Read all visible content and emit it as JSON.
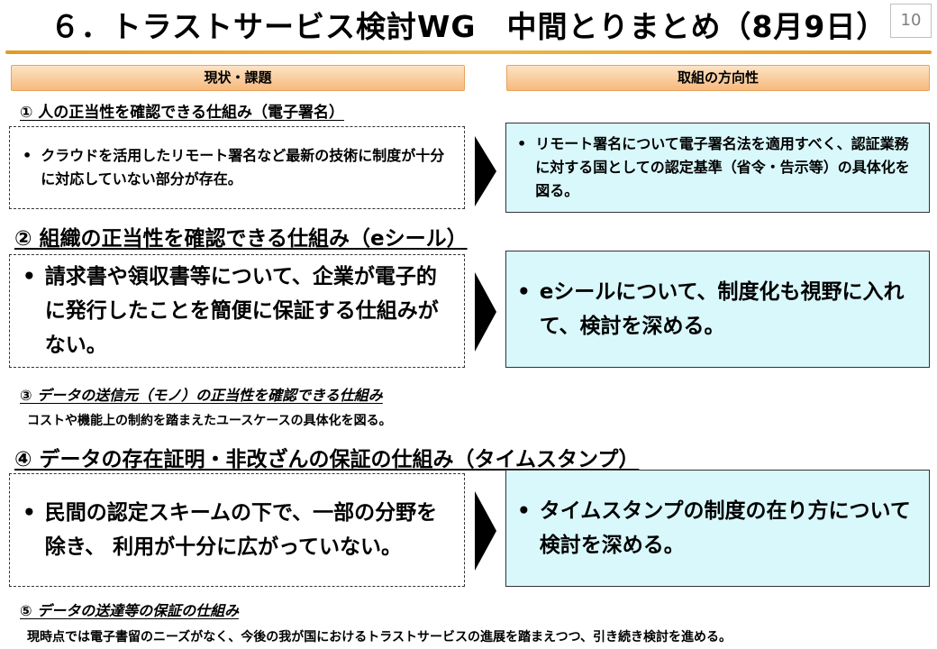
{
  "header": {
    "title": "６．トラストサービス検討WG　中間とりまとめ（8月9日）",
    "page_number": "10"
  },
  "columns": {
    "left": "現状・課題",
    "right": "取組の方向性"
  },
  "sections": [
    {
      "title": "①  人の正当性を確認できる仕組み（電子署名）",
      "issue": "クラウドを活用したリモート署名など最新の技術に制度が十分に対応していない部分が存在。",
      "direction": "リモート署名について電子署名法を適用すべく、認証業務に対する国としての認定基準（省令・告示等）の具体化を図る。"
    },
    {
      "title": "②  組織の正当性を確認できる仕組み（eシール）",
      "issue": "請求書や領収書等について、企業が電子的に発行したことを簡便に保証する仕組みがない。",
      "direction": "eシールについて、制度化も視野に入れて、検討を深める。"
    },
    {
      "title": "③  データの送信元（モノ）の正当性を確認できる仕組み",
      "note": "コストや機能上の制約を踏まえたユースケースの具体化を図る。"
    },
    {
      "title": "④  データの存在証明・非改ざんの保証の仕組み（タイムスタンプ）",
      "issue": "民間の認定スキームの下で、一部の分野を除き、 利用が十分に広がっていない。",
      "direction": "タイムスタンプの制度の在り方について検討を深める。"
    },
    {
      "title": "⑤  データの送達等の保証の仕組み",
      "note": "現時点では電子書留のニーズがなく、今後の我が国におけるトラストサービスの進展を踏まえつつ、引き続き検討を進める。"
    }
  ],
  "bullet_symbol": "•",
  "colors": {
    "accent_rule": "#f1b442",
    "column_header": "#f6b97d",
    "direction_box": "#d9f8fb"
  }
}
